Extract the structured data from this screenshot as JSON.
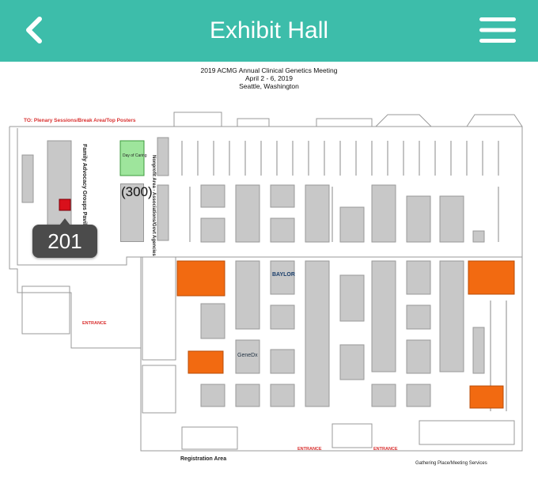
{
  "header": {
    "title": "Exhibit Hall",
    "back_icon": "chevron-left-icon",
    "menu_icon": "hamburger-menu-icon",
    "background_color": "#3dbdaa"
  },
  "map": {
    "title_lines": [
      "2019 ACMG Annual Clinical Genetics Meeting",
      "April 2 - 6, 2019",
      "Seattle, Washington"
    ],
    "directions_label": "TO: Plenary Sessions/Break Area/Top Posters",
    "family_advocacy_label": "Family Advocacy Groups Pavilion",
    "nonprofit_label": "Nonprofit Area - Associations/Govt Agencies",
    "day_of_caring_label": "Day of Caring",
    "entrance_label": "ENTRANCE",
    "registration_label": "Registration Area",
    "gathering_label": "Gathering Place/Meeting Services",
    "booth_300_label": "(300)",
    "selected_booth": "201",
    "sponsors": [
      "BAYLOR",
      "GeneDx"
    ],
    "highlight_color": "#f26a11",
    "selected_color": "#d9101b",
    "green_color": "#9ee59c"
  }
}
